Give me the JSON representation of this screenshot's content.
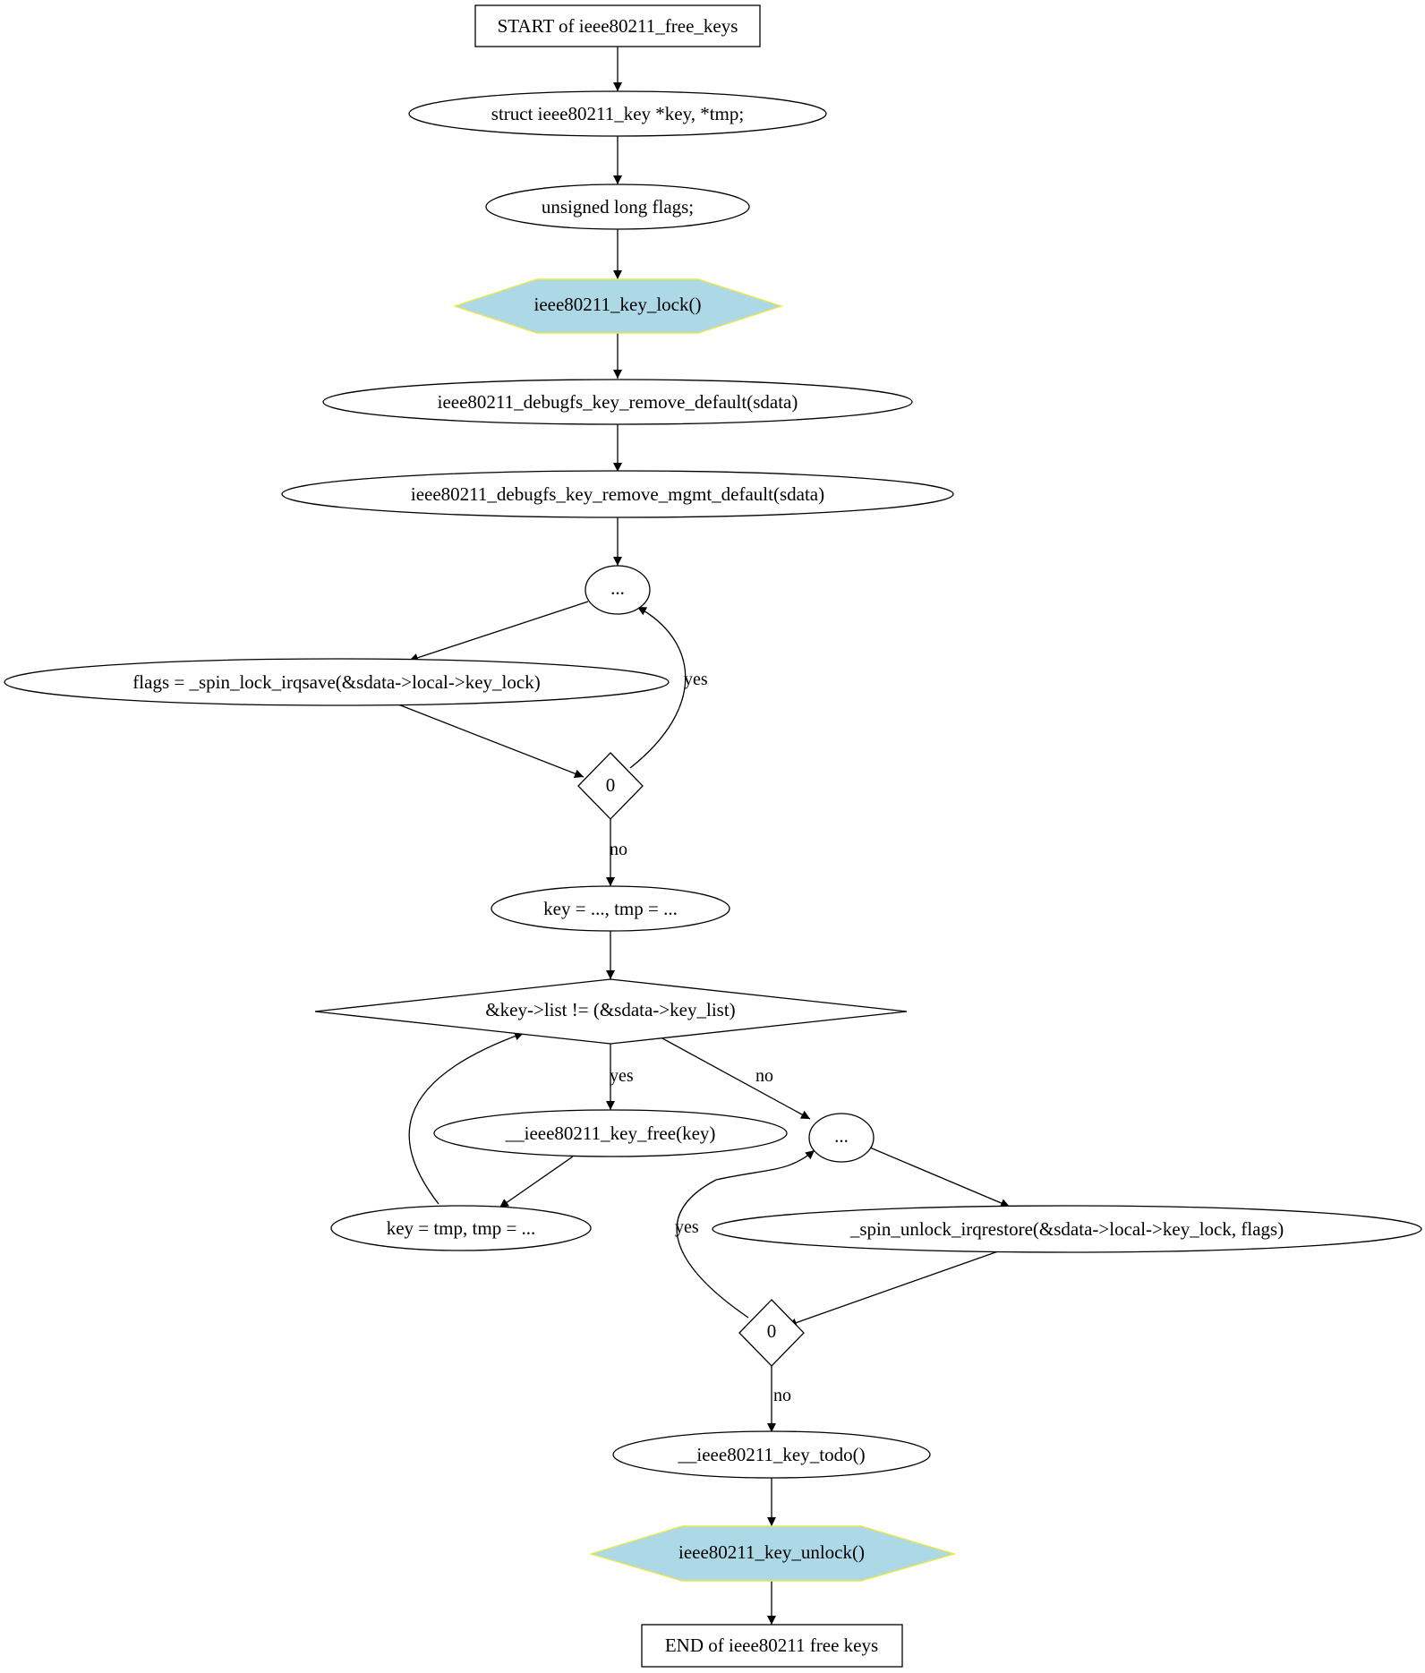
{
  "diagram": {
    "nodes": {
      "start": "START of ieee80211_free_keys",
      "decl_key": "struct ieee80211_key *key, *tmp;",
      "decl_flags": "unsigned long flags;",
      "lock": "ieee80211_key_lock()",
      "rm_default": "ieee80211_debugfs_key_remove_default(sdata)",
      "rm_mgmt_default": "ieee80211_debugfs_key_remove_mgmt_default(sdata)",
      "loop1": "...",
      "spin_lock": "flags = _spin_lock_irqsave(&sdata->local->key_lock)",
      "cond1": "0",
      "key_init": "key = ..., tmp = ...",
      "list_cond": "&key->list != (&sdata->key_list)",
      "key_free": "__ieee80211_key_free(key)",
      "key_next": "key = tmp, tmp = ...",
      "loop2": "...",
      "spin_unlock": "_spin_unlock_irqrestore(&sdata->local->key_lock, flags)",
      "cond2": "0",
      "todo": "__ieee80211_key_todo()",
      "unlock": "ieee80211_key_unlock()",
      "end": "END of ieee80211  free  keys"
    },
    "edge_labels": {
      "cond1_yes": "yes",
      "cond1_no": "no",
      "list_yes": "yes",
      "list_no": "no",
      "cond2_yes": "yes",
      "cond2_no": "no"
    },
    "colors": {
      "lock_fill": "#add8e6",
      "lock_stroke": "#e8e84a",
      "line": "#000000",
      "background": "#ffffff"
    }
  }
}
